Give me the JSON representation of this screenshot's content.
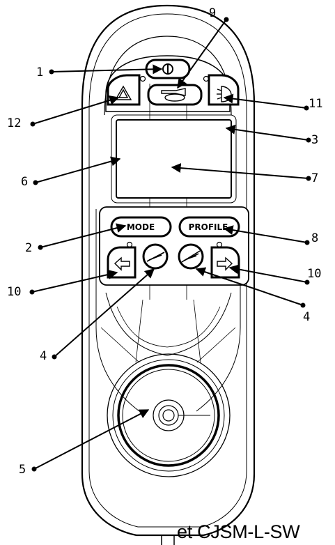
{
  "caption": "et CJSM-L-SW",
  "buttons": {
    "mode": "MODE",
    "profile": "PROFILE"
  },
  "callouts": {
    "c1": "1",
    "c2": "2",
    "c3": "3",
    "c4a": "4",
    "c4b": "4",
    "c5": "5",
    "c6": "6",
    "c7": "7",
    "c8": "8",
    "c9": "9",
    "c10a": "10",
    "c10b": "10",
    "c11": "11",
    "c12": "12"
  },
  "icons": {
    "power": "power-icon",
    "horn": "horn-icon",
    "hazard": "hazard-triangle-icon",
    "lights": "headlight-icon",
    "left": "left-arrow-icon",
    "right": "right-arrow-icon",
    "speed_down": "speed-decrease-icon",
    "speed_up": "speed-increase-icon"
  }
}
